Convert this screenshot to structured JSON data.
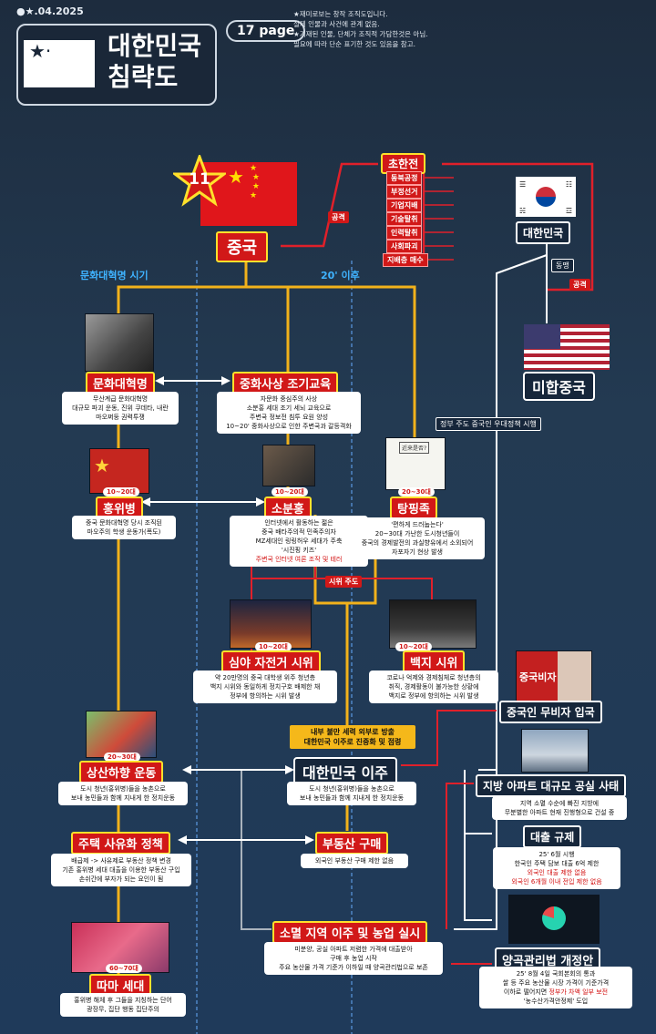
{
  "header": {
    "date": "●★.04.2025",
    "title_line1": "대한민국",
    "title_line2": "침략도",
    "page": "17 page",
    "note": "★재미로보는 창작 조직도입니다.\n   실제 인물과 사건에 관계 없음.\n★기재된 인물, 단체가 조직적 가담한것은 아님.\n   필요에 따라 단순 표기한 것도 있음을 참고."
  },
  "china": {
    "badge": "11",
    "label": "중국"
  },
  "eras": {
    "left": "문화대혁명 시기",
    "right": "20' 이후"
  },
  "unrestricted": {
    "title": "초한전",
    "items": [
      "동북공정",
      "부정선거",
      "기업지배",
      "기술탈취",
      "인력탈취",
      "사회파괴",
      "지배층 매수"
    ]
  },
  "korea": {
    "label": "대한민국"
  },
  "usa": {
    "label": "미합중국"
  },
  "tags": {
    "attack1": "공격",
    "attack2": "공격",
    "ally": "동맹",
    "protest_lead": "시위 주도"
  },
  "gov_policy": "정부 주도 중국인 우대정책 시행",
  "nodes": {
    "cultural_revolution": {
      "label": "문화대혁명",
      "desc": "무산계급 문화대혁명\n대규모 파괴 운동, 진위 쿠데타, 내란\n마오쩌둥 권력투쟁"
    },
    "zhonghua_edu": {
      "label": "중화사상 조기교육",
      "desc": "자문화 중심주의 사상\n소분홍 세대 조기 세뇌 교육으로\n주변국 정보전 침투 요원 양성\n10~20' 중화사상으로 인한 주변국과 갈등격화"
    },
    "red_guards": {
      "label": "홍위병",
      "age": "10~20대",
      "desc": "중국 문화대혁명 당시 조직된\n마오주의 학생 운동가(폭도)"
    },
    "little_pink": {
      "label": "소분홍",
      "age": "10~20대",
      "desc": "인터넷에서 활동하는 젊은\n중국 배타주의적 민족주의자\nMZ세대인 링링허우 세대가 주축\n'시진핑 키즈'",
      "desc_red": "주변국 인터넷 여론 조작 및 테러"
    },
    "lying_flat": {
      "label": "탕핑족",
      "age": "20~30대",
      "desc": "'편하게 드러눕는다'\n20~30대 가난한 도시청년들이\n중국의 경제발전의 과실향유에서 소외되어\n자포자기 현상 발생",
      "sign": "近来是否?"
    },
    "bike_protest": {
      "label": "심야 자전거 시위",
      "age": "10~20대",
      "desc": "약 20만명의 중국 대학생 위주 청년층\n백지 시위와 동일하게 정치구호 배제한 채\n정부에 항의하는 시위 발생"
    },
    "white_paper": {
      "label": "백지 시위",
      "age": "10~20대",
      "desc": "코로나 억제와 경제침체로 청년층의\n취직, 경제활동이 불가능한 상황에\n백지로 정부에 항의하는 시위 발생"
    },
    "visa_free": {
      "label": "중국인 무비자 입국",
      "sign": "중국비자"
    },
    "internal": {
      "text": "내부 불만 세력 외부로 방출\n대한민국 이주로 진중화 및 점령"
    },
    "down_country": {
      "label": "상산하향 운동",
      "age": "20~30대",
      "desc": "도시 청년(홍위병)들을 농촌으로\n보내 농민들과 함께 지내게 한 정치운동"
    },
    "migration": {
      "label": "대한민국 이주",
      "desc": "도시 청년(홍위병)들을 농촌으로\n보내 농민들과 함께 지내게 한 정치운동"
    },
    "apt_vacancy": {
      "label": "지방 아파트 대규모 공실 사태",
      "desc": "지역 소멸 수순에 빠진 지방에\n무분별한 아파트 현재 진행형으로 건설 중"
    },
    "loan_reg": {
      "label": "대출 규제",
      "desc": "25' 6월 시행\n한국인 주택 담보 대출 6억 제한",
      "desc_red": "외국인 대출 제한 없음\n외국인 6개월 이내 전입 제한 없음"
    },
    "housing_policy": {
      "label": "주택 사유화 정책",
      "desc": "배급제 -> 사유제로 부동산 정책 변경\n기존 홍위병 세대 대출을 이용한 부동산 구입\n손쉬간에 부자가 되는 요인이 됨"
    },
    "real_estate": {
      "label": "부동산 구매",
      "desc": "외국인 부동산 구매 제한 없음"
    },
    "extinct_regions": {
      "label": "소멸 지역 이주 및 농업 실시",
      "desc": "미분양, 공실 아파트 저렴한 가격에 대출받아\n구매 후 농업 시작\n주요 농산물 가격 기준가 이하일 때 양곡관리법으로 보존"
    },
    "grain_act": {
      "label": "양곡관리법 개정안",
      "desc": "25' 8월 4일 국회본회의 통과\n쌀 등 주요 농산물 시장 가격이 기준가격\n이하로 떨어지면",
      "desc_red": "정부가 차액 일부 보전",
      "desc_tail": "'농수산가격안정제' 도입"
    },
    "dama": {
      "label": "따마 세대",
      "age": "60~70대",
      "desc": "홍위병 해체 후 그들을 지칭하는 단어\n광장무, 집단 행동 집단주의"
    }
  },
  "colors": {
    "red": "#d11818",
    "yellow": "#ffe12b",
    "gold": "#f5b81a",
    "line_yellow": "#f2b21b",
    "line_red": "#e0202a",
    "blue": "#3fb3ff"
  }
}
